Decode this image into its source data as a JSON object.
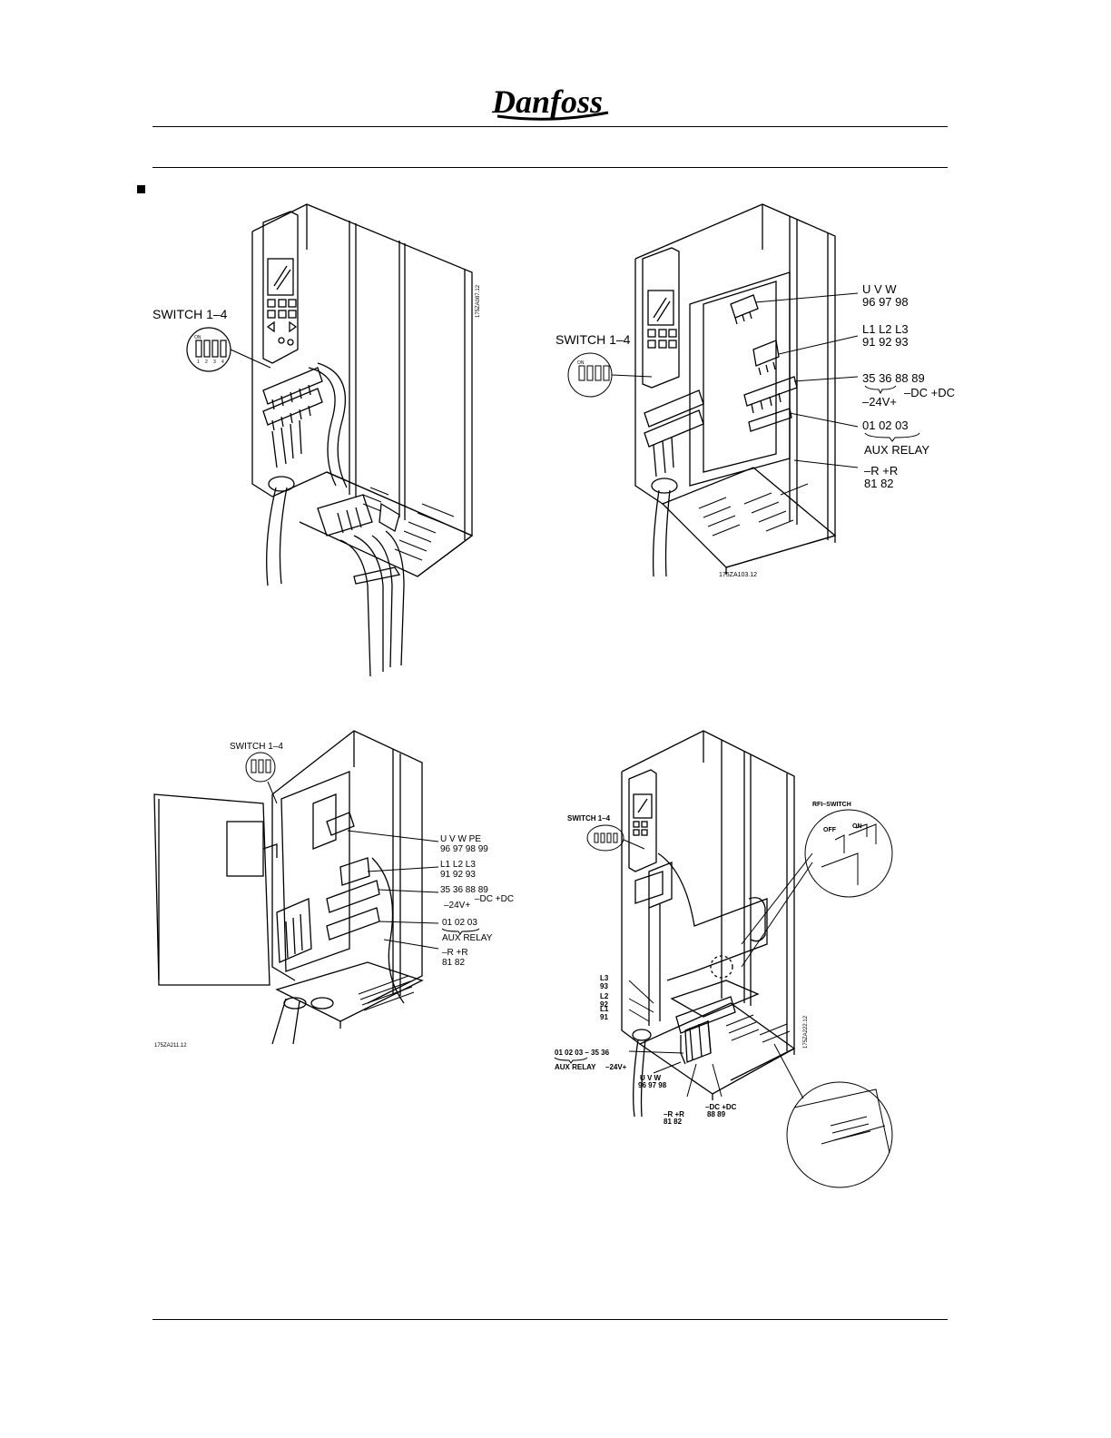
{
  "brand": {
    "logo_text": "Danfoss"
  },
  "fig1": {
    "switch_label": "SWITCH 1–4",
    "code": "175ZA087.12",
    "dip_on": "ON",
    "dip_nums": [
      "1",
      "2",
      "3",
      "4"
    ]
  },
  "fig2": {
    "switch_label": "SWITCH 1–4",
    "code": "175ZA103.12",
    "dip_on": "ON",
    "uvw_names": "U     V     W",
    "uvw_nums": "96  97  98",
    "l_names": "L1  L2  L3",
    "l_nums": "91  92  93",
    "dc_nums": "35     36    88      89",
    "dc_24": "–24V+",
    "dc_names": "–DC   +DC",
    "aux_nums": "01   02   03",
    "aux_name": "AUX  RELAY",
    "r_names": "–R   +R",
    "r_nums": "81   82"
  },
  "fig3": {
    "switch_label": "SWITCH 1–4",
    "code": "175ZA211.12",
    "uvw_names": "U    V    W   PE",
    "uvw_nums": "96  97  98  99",
    "l_names": "L1  L2  L3",
    "l_nums": "91  92  93",
    "dc_nums": "35    36    88    89",
    "dc_24": "–24V+",
    "dc_names": "–DC  +DC",
    "aux_nums": "01   02   03",
    "aux_name": "AUX  RELAY",
    "r_names": "–R   +R",
    "r_nums": "81   82"
  },
  "fig4": {
    "switch_label": "SWITCH 1–4",
    "code": "175ZA222.12",
    "rfi_label": "RFI–SWITCH",
    "rfi_off": "OFF",
    "rfi_on": "ON",
    "l3": "L3",
    "n93": "93",
    "l2": "L2",
    "n92": "92",
    "l1": "L1",
    "n91": "91",
    "aux_nums": "01  02  03  –  35  36",
    "aux_name": "AUX  RELAY",
    "v24": "–24V+",
    "uvw_names": "U    V    W",
    "uvw_nums": "96  97  98",
    "r_names": "–R  +R",
    "r_nums": "81  82",
    "dc_names": "–DC  +DC",
    "dc_nums": "88   89"
  }
}
